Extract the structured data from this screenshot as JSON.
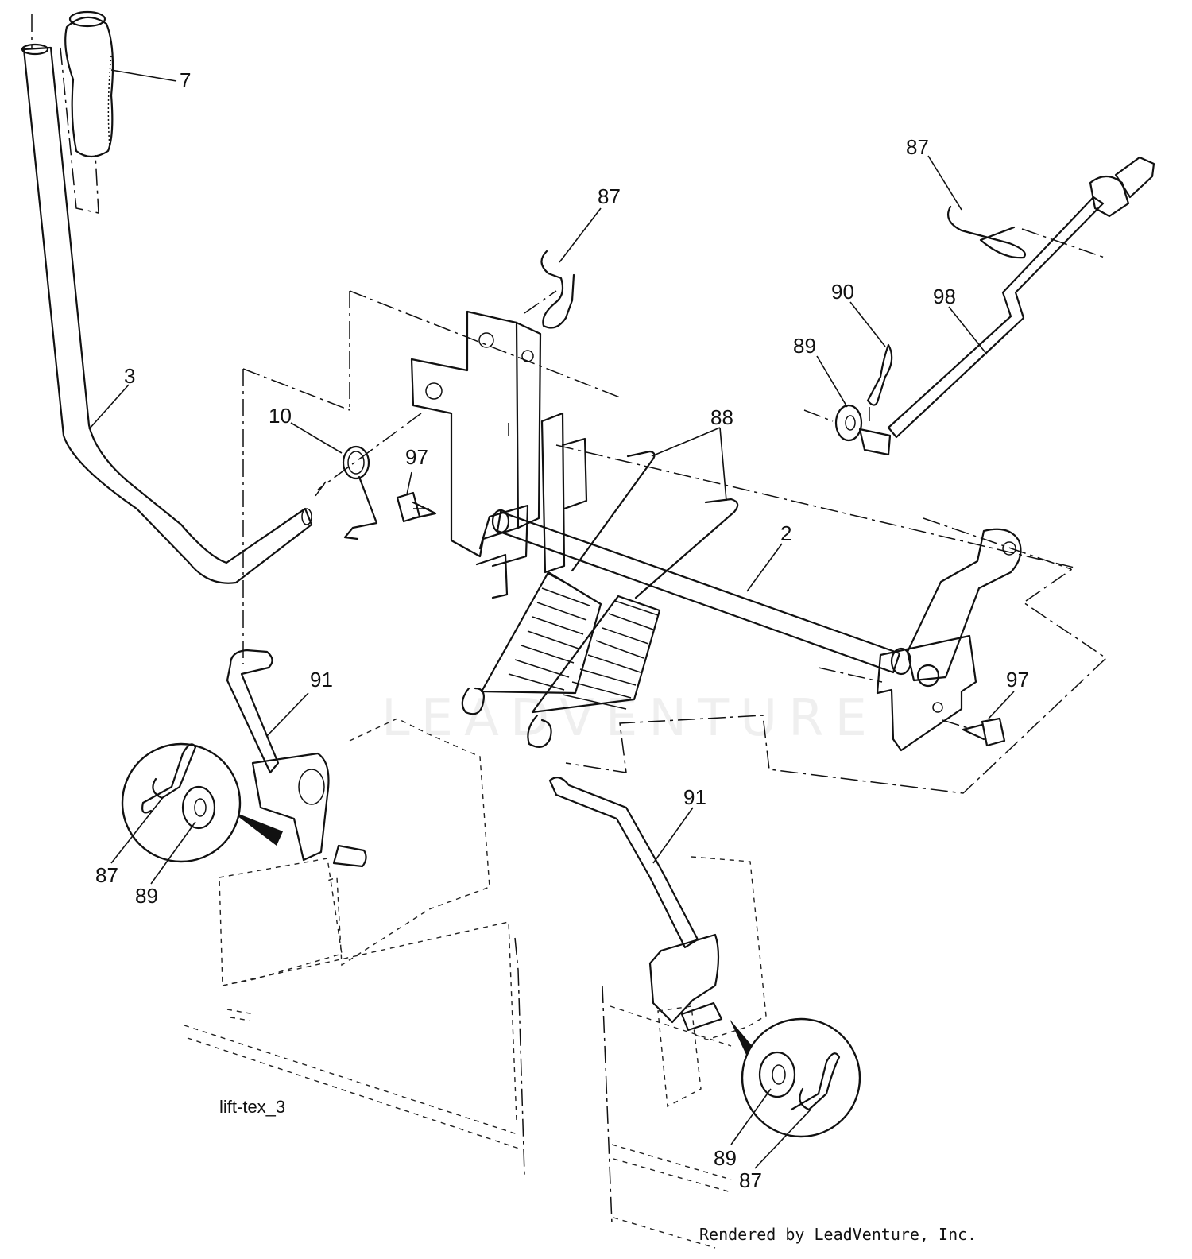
{
  "diagram": {
    "figure_code": "lift-tex_3",
    "credit": "Rendered by LeadVenture, Inc.",
    "watermark": "LEADVENTURE",
    "callouts": [
      {
        "id": "c7",
        "label": "7"
      },
      {
        "id": "c87a",
        "label": "87"
      },
      {
        "id": "c87b",
        "label": "87"
      },
      {
        "id": "c90",
        "label": "90"
      },
      {
        "id": "c98",
        "label": "98"
      },
      {
        "id": "c89a",
        "label": "89"
      },
      {
        "id": "c3",
        "label": "3"
      },
      {
        "id": "c10",
        "label": "10"
      },
      {
        "id": "c97a",
        "label": "97"
      },
      {
        "id": "c88",
        "label": "88"
      },
      {
        "id": "c2",
        "label": "2"
      },
      {
        "id": "c91a",
        "label": "91"
      },
      {
        "id": "c97b",
        "label": "97"
      },
      {
        "id": "c91b",
        "label": "91"
      },
      {
        "id": "c87c",
        "label": "87"
      },
      {
        "id": "c89b",
        "label": "89"
      },
      {
        "id": "c89c",
        "label": "89"
      },
      {
        "id": "c87d",
        "label": "87"
      }
    ]
  }
}
